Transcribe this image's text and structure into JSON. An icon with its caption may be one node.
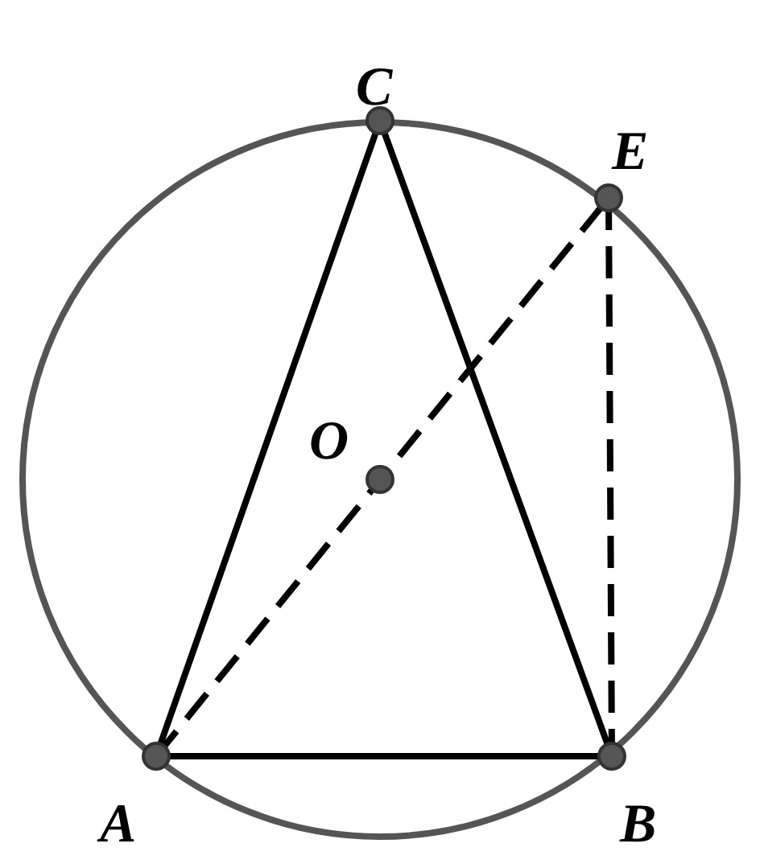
{
  "diagram": {
    "nodes": [
      {
        "text": [
          "C"
        ]
      },
      {
        "text": [
          "E"
        ]
      },
      {
        "text": [
          "O"
        ]
      },
      {
        "text": [
          "A"
        ]
      },
      {
        "text": [
          "B"
        ]
      }
    ],
    "edges": [
      {
        "from": 3,
        "to": 0,
        "arrow": "none"
      },
      {
        "from": 0,
        "to": 4,
        "arrow": "none"
      },
      {
        "from": 3,
        "to": 4,
        "arrow": "none"
      },
      {
        "from": 3,
        "to": 1,
        "arrow": "none",
        "style": "dashed"
      },
      {
        "from": 1,
        "to": 4,
        "arrow": "none",
        "style": "dashed"
      }
    ]
  }
}
